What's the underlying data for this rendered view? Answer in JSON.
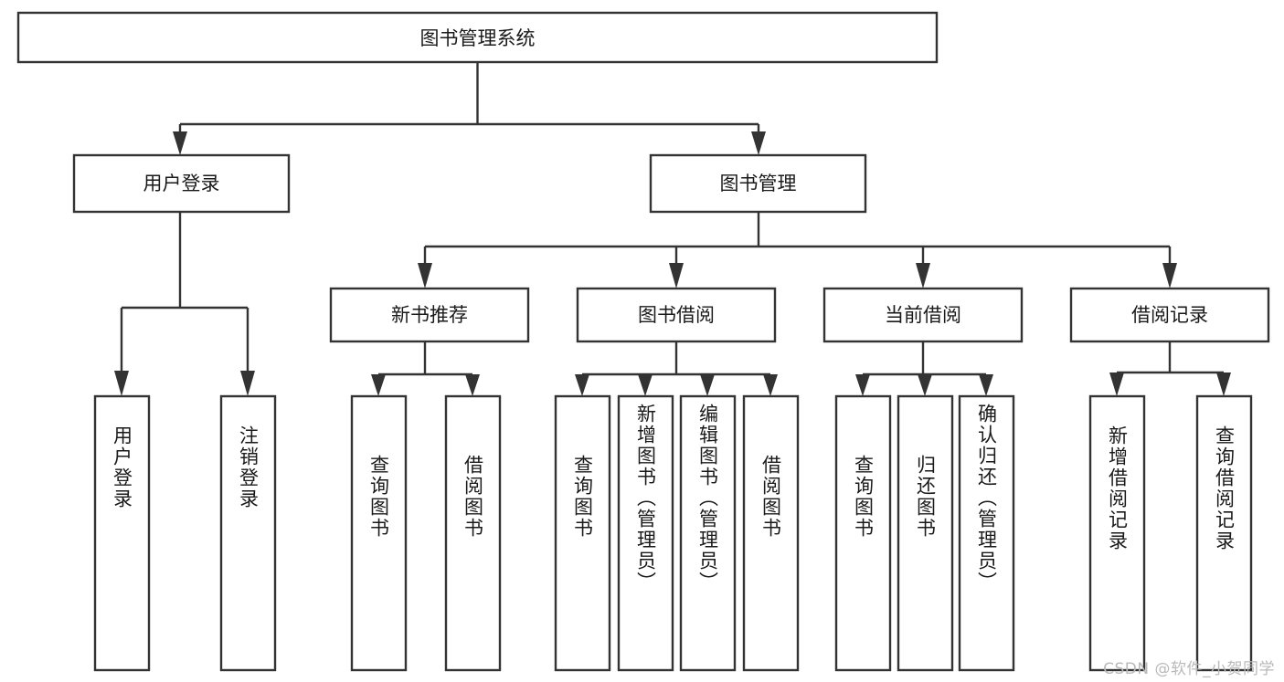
{
  "diagram": {
    "type": "tree-hierarchy",
    "title": "图书管理系统",
    "root": {
      "id": "root",
      "label": "图书管理系统"
    },
    "level2": [
      {
        "id": "user-login",
        "label": "用户登录"
      },
      {
        "id": "book-manage",
        "label": "图书管理"
      }
    ],
    "level3": [
      {
        "id": "new-book-recommend",
        "label": "新书推荐",
        "parent": "book-manage"
      },
      {
        "id": "book-borrow",
        "label": "图书借阅",
        "parent": "book-manage"
      },
      {
        "id": "current-borrow",
        "label": "当前借阅",
        "parent": "book-manage"
      },
      {
        "id": "borrow-record",
        "label": "借阅记录",
        "parent": "book-manage"
      }
    ],
    "leaves": [
      {
        "id": "leaf-user-login",
        "label": "用户登录",
        "parent": "user-login"
      },
      {
        "id": "leaf-logout-login",
        "label": "注销登录",
        "parent": "user-login"
      },
      {
        "id": "leaf-query-book-rec",
        "label": "查询图书",
        "parent": "new-book-recommend"
      },
      {
        "id": "leaf-borrow-book-rec",
        "label": "借阅图书",
        "parent": "new-book-recommend"
      },
      {
        "id": "leaf-query-book-borrow",
        "label": "查询图书",
        "parent": "book-borrow"
      },
      {
        "id": "leaf-add-book",
        "label": "新增图书（管理员）",
        "parent": "book-borrow"
      },
      {
        "id": "leaf-edit-book",
        "label": "编辑图书（管理员）",
        "parent": "book-borrow"
      },
      {
        "id": "leaf-borrow-book",
        "label": "借阅图书",
        "parent": "book-borrow"
      },
      {
        "id": "leaf-query-book-current",
        "label": "查询图书",
        "parent": "current-borrow"
      },
      {
        "id": "leaf-return-book",
        "label": "归还图书",
        "parent": "current-borrow"
      },
      {
        "id": "leaf-confirm-return",
        "label": "确认归还（管理员）",
        "parent": "current-borrow"
      },
      {
        "id": "leaf-add-record",
        "label": "新增借阅记录",
        "parent": "borrow-record"
      },
      {
        "id": "leaf-query-record",
        "label": "查询借阅记录",
        "parent": "borrow-record"
      }
    ],
    "colors": {
      "stroke": "#333333",
      "fill": "#ffffff",
      "text": "#1a1a1a",
      "watermark": "#b9b9b9",
      "background": "#ffffff"
    }
  },
  "watermark": {
    "text": "CSDN @软件_小贺同学"
  }
}
